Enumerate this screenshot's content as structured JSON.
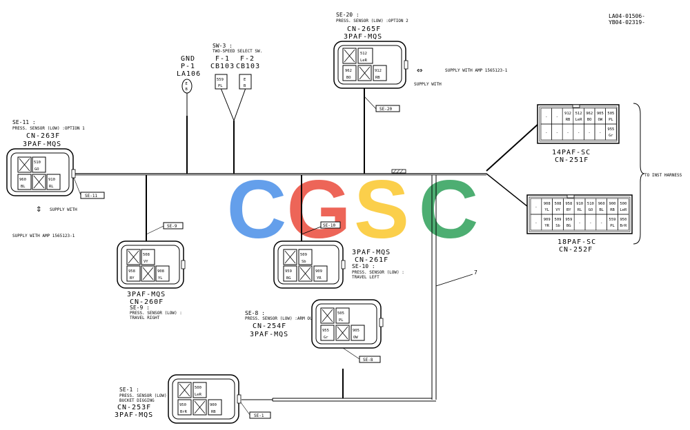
{
  "doc_ref": {
    "line1": "LA04-01506-",
    "line2": "YB04-02319-"
  },
  "watermark": {
    "letters": [
      "C",
      "G",
      "S",
      "C"
    ],
    "colors": [
      "#4a8fe8",
      "#ea4b3c",
      "#fbc72c",
      "#2fa05a"
    ]
  },
  "ground": {
    "label": "GND",
    "part": "P-1",
    "code": "LA106",
    "pin": "E\nB"
  },
  "sw3": {
    "title": "SW-3 :",
    "desc": "TWO-SPEED SELECT SW.",
    "f1": "F-1",
    "f1code": "CB103",
    "f2": "F-2",
    "f2code": "CB103",
    "pin1": [
      "559",
      "PL"
    ],
    "pin2": [
      "E",
      "B"
    ]
  },
  "se20": {
    "title": "SE-20 :",
    "desc": "PRESS. SENSOR (LOW) :OPTION 2",
    "cn": "CN-265F",
    "type": "3PAF-MQS",
    "tag": "SE-20",
    "pins": [
      [
        "512",
        "LeR"
      ],
      [
        "962",
        "BO"
      ],
      [
        "912",
        "RB"
      ]
    ]
  },
  "amp_top": {
    "arrow": "⇔",
    "text": "SUPPLY WITH AMP 1565123-1",
    "supply": "SUPPLY WITH"
  },
  "se11": {
    "title": "SE-11 :",
    "desc": "PRESS. SENSOR (LOW) :OPTION 1",
    "cn": "CN-263F",
    "type": "3PAF-MQS",
    "tag": "SE-11",
    "pins": [
      [
        "510",
        "GO"
      ],
      [
        "960",
        "BL"
      ],
      [
        "910",
        "RL"
      ]
    ]
  },
  "amp_left": {
    "arrow": "⇕",
    "supply": "SUPPLY WITH",
    "text": "SUPPLY WITH AMP 1565123-1"
  },
  "se9": {
    "tag": "SE-9",
    "type": "3PAF-MQS",
    "cn": "CN-260F",
    "title": "SE-9 :",
    "desc1": "PRESS. SENSOR (LOW) :",
    "desc2": "TRAVEL RIGHT",
    "pins": [
      [
        "508",
        "VY"
      ],
      [
        "958",
        "BY"
      ],
      [
        "908",
        "YL"
      ]
    ]
  },
  "se10": {
    "tag": "SE-10",
    "type": "3PAF-MQS",
    "cn": "CN-261F",
    "title": "SE-10 :",
    "desc1": "PRESS. SENSOR (LOW) :",
    "desc2": "TRAVEL LEFT",
    "pins": [
      [
        "509",
        "Sb"
      ],
      [
        "959",
        "BG"
      ],
      [
        "909",
        "YR"
      ]
    ]
  },
  "se8": {
    "title": "SE-8 :",
    "desc": "PRESS. SENSOR (LOW) :ARM OUT",
    "cn": "CN-254F",
    "type": "3PAF-MQS",
    "tag": "SE-8",
    "pins": [
      [
        "505",
        "PL"
      ],
      [
        "955",
        "Gr"
      ],
      [
        "905",
        "OW"
      ]
    ]
  },
  "se1": {
    "title": "SE-1 :",
    "desc1": "PRESS. SENSOR (LOW) :",
    "desc2": "BUCKET DIGGING",
    "cn": "CN-253F",
    "type": "3PAF-MQS",
    "tag": "SE-1",
    "pins": [
      [
        "500",
        "LeR"
      ],
      [
        "950",
        "BrR"
      ],
      [
        "900",
        "RB"
      ]
    ]
  },
  "cn251": {
    "type": "14PAF-SC",
    "cn": "CN-251F",
    "row1": [
      "-",
      "-",
      "912\nRB",
      "512\nLeR",
      "962\nBO",
      "905\nOW",
      "505\nPL"
    ],
    "row2": [
      "-",
      "-",
      "-",
      "-",
      "-",
      "-",
      "955\nGr"
    ]
  },
  "cn252": {
    "type": "18PAF-SC",
    "cn": "CN-252F",
    "row1": [
      "-",
      "908\nYL",
      "508\nVY",
      "958\nBY",
      "910\nRL",
      "510\nGO",
      "960\nBL",
      "900\nRB",
      "500\nLeR"
    ],
    "row2": [
      "-",
      "909\nYR",
      "509\nSb",
      "959\nBG",
      "-",
      "-",
      "-",
      "559\nPL",
      "950\nBrR"
    ]
  },
  "inst_harness": "TO INST HARNESS",
  "branch_label": "7"
}
